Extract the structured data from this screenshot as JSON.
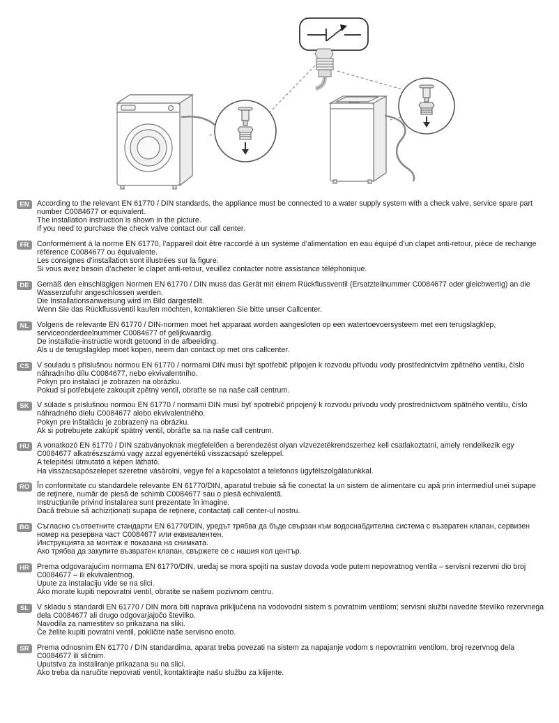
{
  "colors": {
    "badge_bg": "#8f8f8f",
    "badge_text": "#ffffff",
    "body_text": "#1a1a1a"
  },
  "diagram": {
    "icons": [
      "front-load-washer-illustration",
      "top-load-washer-illustration",
      "check-valve-symbol-callout",
      "check-valve-part-illustration",
      "left-faucet-detail-callout",
      "right-faucet-detail-callout"
    ]
  },
  "languages": [
    {
      "code": "EN",
      "p1": "According to the relevant EN 61770 / DIN standards, the appliance must be connected to a water supply system with a check valve, service spare part number C0084677 or equivalent.",
      "p2": "The installation instruction is shown in the picture.",
      "p3": "If you need to purchase the check valve contact our call center."
    },
    {
      "code": "FR",
      "p1": "Conformément à la norme EN 61770, l’appareil doit être raccordé à un système d’alimentation en eau équipé d’un clapet anti-retour, pièce de rechange référence C0084677 ou équivalente.",
      "p2": "Les consignes d’installation sont illustrées sur la figure.",
      "p3": "Si vous avez besoin d’acheter le clapet anti-retour, veuillez contacter notre assistance téléphonique."
    },
    {
      "code": "DE",
      "p1": "Gemäß den einschlägigen Normen EN 61770 / DIN muss das Gerät mit einem Rückflussventil (Ersatzteilnummer C0084677 oder gleichwertig) an die Wasserzufuhr angeschlossen werden.",
      "p2": "Die Installationsanweisung wird im Bild dargestellt.",
      "p3": "Wenn Sie das Rückflussventil kaufen möchten, kontaktieren Sie bitte unser Callcenter."
    },
    {
      "code": "NL",
      "p1": "Volgens de relevante EN 61770 / DIN-normen moet het apparaat worden aangesloten op een watertoevoersysteem met een terugslagklep, serviceonderdeelnummer C0084677 of gelijkwaardig.",
      "p2": "De installatie-instructie wordt getoond in de afbeelding.",
      "p3": "Als u de terugslagklep moet kopen, neem dan contact op met ons callcenter."
    },
    {
      "code": "CS",
      "p1": "V souladu s příslušnou normou EN 61770 / normami DIN musí být spotřebič připojen k rozvodu přívodu vody prostřednictvím zpětného ventilu, číslo náhradního dílu C0084677, nebo ekvivalentního.",
      "p2": "Pokyn pro instalaci je zobrazen na obrázku.",
      "p3": "Pokud si potřebujete zakoupit zpětný ventil, obraťte se na naše call centrum."
    },
    {
      "code": "SK",
      "p1": "V súlade s príslušnou normou EN 61770 / normami DIN musí byť spotrebič pripojený k rozvodu prívodu vody prostredníctvom spätného ventilu, číslo náhradného dielu C0084677 alebo ekvivalentného.",
      "p2": "Pokyn pre inštaláciu je zobrazený na obrázku.",
      "p3": "Ak si potrebujete zakúpiť spätný ventil, obráťte sa na naše call centrum."
    },
    {
      "code": "HU",
      "p1": "A vonatkozó EN 61770 / DIN szabványoknak megfelelően a berendezést olyan vízvezetékrendszerhez kell csatlakoztatni, amely rendelkezik egy C0084677 alkatrészszámú vagy azzal egyenértékű visszacsapó szeleppel.",
      "p2": "A telepítési útmutató a képen látható.",
      "p3": "Ha visszacsapószelepet szeretne vásárolni, vegye fel a kapcsolatot a telefonos ügyfélszolgálatunkkal."
    },
    {
      "code": "RO",
      "p1": "În conformitate cu standardele relevante EN 61770/DIN, aparatul trebuie să fie conectat la un sistem de alimentare cu apă prin intermediul unei supape de reținere, număr de piesă de schimb C0084677 sau o piesă echivalentă.",
      "p2": "Instrucțiunile privind instalarea sunt prezentate în imagine.",
      "p3": "Dacă trebuie să achiziționați supapa de reținere, contactați call center-ul nostru."
    },
    {
      "code": "BG",
      "p1": "Съгласно съответните стандарти EN 61770/DIN, уредът трябва да бъде свързан към водоснабдителна система с възвратен клапан, сервизен номер на резервна част C0084677 или еквивалентен.",
      "p2": "Инструкцията за монтаж е показана на снимката.",
      "p3": "Ако трябва да закупите възвратен клапан, свържете се с нашия кол център."
    },
    {
      "code": "HR",
      "p1": "Prema odgovarajućim normama EN 61770/DIN, uređaj se mora spojiti na sustav dovoda vode putem nepovratnog ventila – servisni rezervni dio broj C0084677 – ili ekvivalentnog.",
      "p2": "Upute za instalaciju vide se na slici.",
      "p3": "Ako morate kupiti nepovratni ventil, obratite se našem pozivnom centru."
    },
    {
      "code": "SL",
      "p1": "V skladu s standardi EN 61770 / DIN mora biti naprava priključena na vodovodni sistem s povratnim ventilom; servisni službi navedite številko rezervnega dela C0084677 ali drugo odgovarjajočo številko.",
      "p2": "Navodila za namestitev so prikazana na sliki.",
      "p3": "Če želite kupiti povratni ventil, pokličite naše servisno enoto."
    },
    {
      "code": "SR",
      "p1": "Prema odnosnim EN 61770 / DIN standardima, aparat treba povezati na sistem za napajanje vodom s nepovratnim ventilom, broj rezervnog dela C0084677 ili sličnim.",
      "p2": "Uputstva za instaliranje prikazana su na slici.",
      "p3": "Ako treba da naručite nepovrati ventil, kontaktirajte našu službu za klijente."
    }
  ]
}
